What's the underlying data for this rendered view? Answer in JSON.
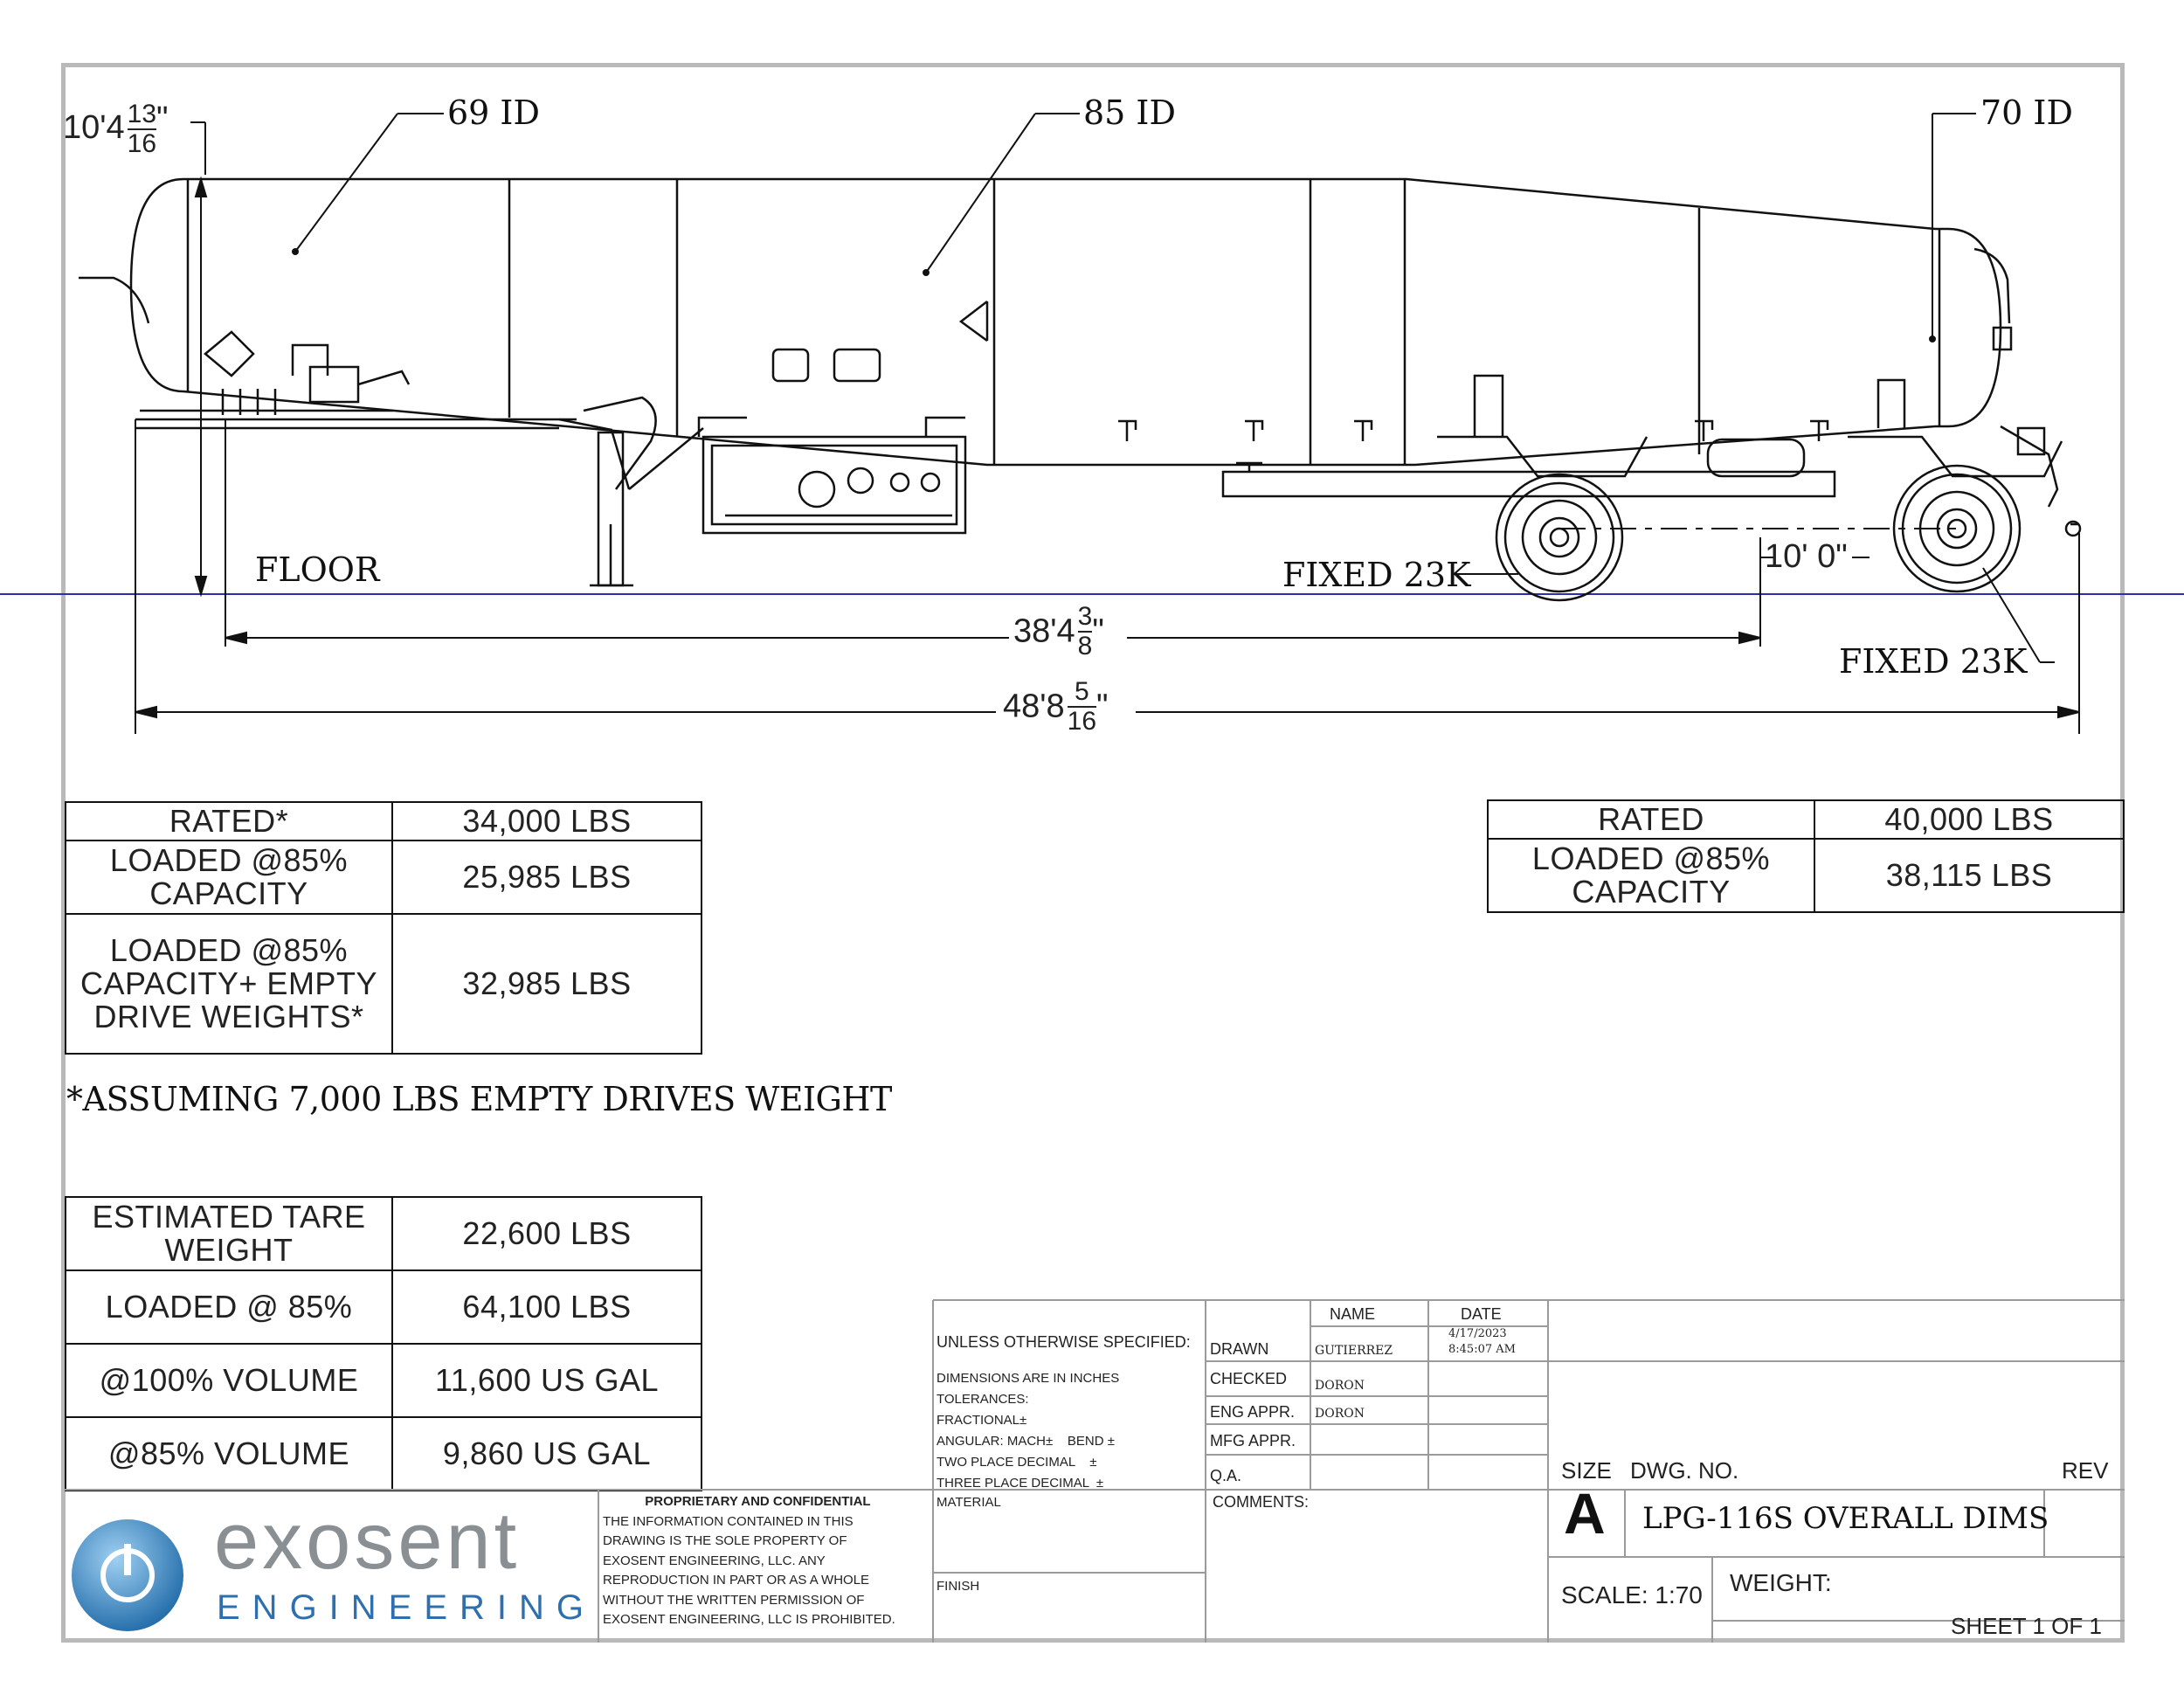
{
  "callouts": {
    "id_left": "69 ID",
    "id_mid": "85 ID",
    "id_right": "70 ID",
    "height_dim_prefix": "10'4",
    "height_dim_num": "13",
    "height_dim_den": "16",
    "height_dim_suffix": "\"",
    "floor": "FLOOR",
    "fixed_front": "FIXED 23K",
    "fixed_rear": "FIXED 23K",
    "axle_spacing": "10' 0\"",
    "kingpin_dim_prefix": "38'4",
    "kingpin_dim_num": "3",
    "kingpin_dim_den": "8",
    "kingpin_dim_suffix": "\"",
    "overall_dim_prefix": "48'8",
    "overall_dim_num": "5",
    "overall_dim_den": "16",
    "overall_dim_suffix": "\""
  },
  "kingpin_table": {
    "rows": [
      {
        "label": [
          "RATED*"
        ],
        "value": "34,000 LBS"
      },
      {
        "label": [
          "LOADED @85%",
          "CAPACITY"
        ],
        "value": "25,985 LBS"
      },
      {
        "label": [
          "LOADED @85%",
          "CAPACITY+ EMPTY",
          "DRIVE WEIGHTS*"
        ],
        "value": "32,985 LBS"
      }
    ]
  },
  "axle_table": {
    "rows": [
      {
        "label": [
          "RATED"
        ],
        "value": "40,000 LBS"
      },
      {
        "label": [
          "LOADED @85%",
          "CAPACITY"
        ],
        "value": "38,115 LBS"
      }
    ]
  },
  "assumption_note": "*ASSUMING 7,000 LBS EMPTY DRIVES WEIGHT",
  "weight_table": {
    "rows": [
      {
        "label": [
          "ESTIMATED TARE",
          "WEIGHT"
        ],
        "value": "22,600 LBS"
      },
      {
        "label": [
          "LOADED @ 85%"
        ],
        "value": "64,100 LBS"
      },
      {
        "label": [
          "@100% VOLUME"
        ],
        "value": "11,600 US GAL"
      },
      {
        "label": [
          "@85% VOLUME"
        ],
        "value": "9,860 US GAL"
      }
    ]
  },
  "title_block": {
    "unless_specified": "UNLESS OTHERWISE SPECIFIED:",
    "dims_in_inches": "DIMENSIONS ARE IN INCHES",
    "tolerances": "TOLERANCES:",
    "fractional": "FRACTIONAL±",
    "angular": "ANGULAR: MACH±    BEND ±",
    "two_place": "TWO PLACE DECIMAL    ±",
    "three_place": "THREE PLACE DECIMAL  ±",
    "material": "MATERIAL",
    "finish": "FINISH",
    "col_name": "NAME",
    "col_date": "DATE",
    "drawn": "DRAWN",
    "drawn_name": "GUTIERREZ",
    "drawn_date": "4/17/2023",
    "drawn_time": "8:45:07 AM",
    "checked": "CHECKED",
    "checked_name": "DORON",
    "eng_appr": "ENG APPR.",
    "eng_name": "DORON",
    "mfg_appr": "MFG APPR.",
    "qa": "Q.A.",
    "comments": "COMMENTS:",
    "size_label": "SIZE",
    "size_value": "A",
    "dwg_no_label": "DWG.  NO.",
    "dwg_no": "LPG-116S OVERALL DIMS",
    "rev_label": "REV",
    "scale": "SCALE: 1:70",
    "weight_label": "WEIGHT:",
    "sheet": "SHEET 1 OF 1",
    "proprietary_title": "PROPRIETARY AND CONFIDENTIAL",
    "proprietary_lines": [
      "THE INFORMATION CONTAINED IN THIS",
      "DRAWING IS THE SOLE PROPERTY OF",
      "EXOSENT ENGINEERING, LLC.  ANY",
      "REPRODUCTION IN PART OR AS A WHOLE",
      "WITHOUT THE WRITTEN PERMISSION OF",
      "EXOSENT ENGINEERING, LLC IS PROHIBITED."
    ]
  },
  "logo": {
    "word": "exosent",
    "sub": "ENGINEERING",
    "color_word": "#8a8f94",
    "color_sub": "#2f6fae",
    "color_circle": "#2f7fc0"
  },
  "colors": {
    "reference_line": "#2b2fa8",
    "frame": "#b9b9b9"
  }
}
